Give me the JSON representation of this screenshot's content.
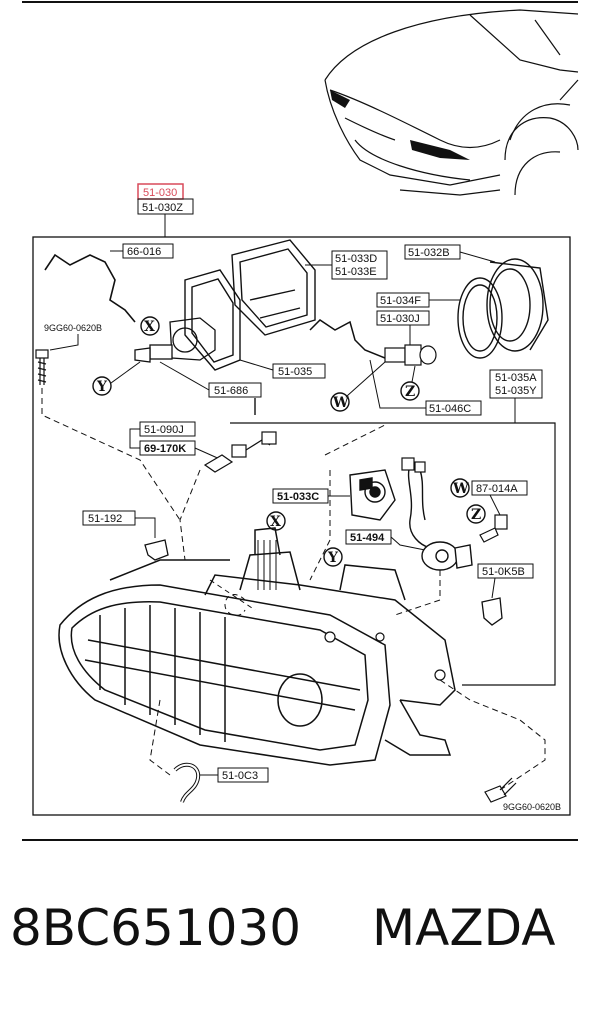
{
  "labels": {
    "main_part": "51-030",
    "main_part_alt": "51-030Z",
    "wire_harness": "66-016",
    "screw_left": "9GG60-0620B",
    "frame_gasket": "51-033D",
    "frame_gasket_alt": "51-033E",
    "cover": "51-032B",
    "ring": "51-034F",
    "bulb_j": "51-030J",
    "bracket": "51-035",
    "bulb_socket": "51-686",
    "socket_c": "51-046C",
    "adjuster_a": "51-035A",
    "adjuster_y": "51-035Y",
    "clip_j": "51-090J",
    "clip_k": "69-170K",
    "actuator": "51-033C",
    "clip_87": "87-014A",
    "bracket_192": "51-192",
    "leveler": "51-494",
    "nut": "51-0K5B",
    "hose": "51-0C3",
    "screw_right": "9GG60-0620B"
  },
  "refs": {
    "x": "X",
    "y": "Y",
    "w": "W",
    "z": "Z"
  },
  "caption": {
    "part_number": "8BC651030",
    "brand": "MAZDA"
  },
  "colors": {
    "highlight": "#d94a5a",
    "line": "#111111"
  }
}
